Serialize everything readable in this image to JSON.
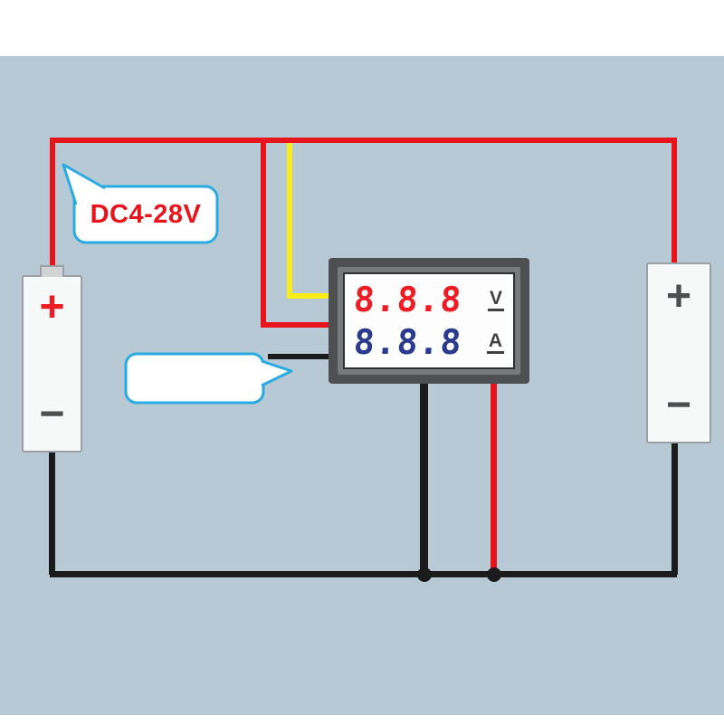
{
  "diagram": {
    "callout_label": "DC4-28V",
    "meter": {
      "volt_value": "8.8.8",
      "volt_unit": "V",
      "amp_value": "8.8.8",
      "amp_unit": "A"
    },
    "left_battery": {
      "positive": "+",
      "negative": "−"
    },
    "right_battery": {
      "positive": "+",
      "negative": "−"
    },
    "colors": {
      "background": "#b6c9d4",
      "wire_red": "#e8141c",
      "wire_yellow": "#f8ee15",
      "wire_black": "#1b1b1b",
      "callout_border": "#29abe2",
      "callout_text": "#e8141c",
      "digit_red": "#ee1c25",
      "digit_blue": "#2a3b8f",
      "meter_frame": "#4e4f51",
      "battery_body": "#f7f8f8"
    }
  }
}
